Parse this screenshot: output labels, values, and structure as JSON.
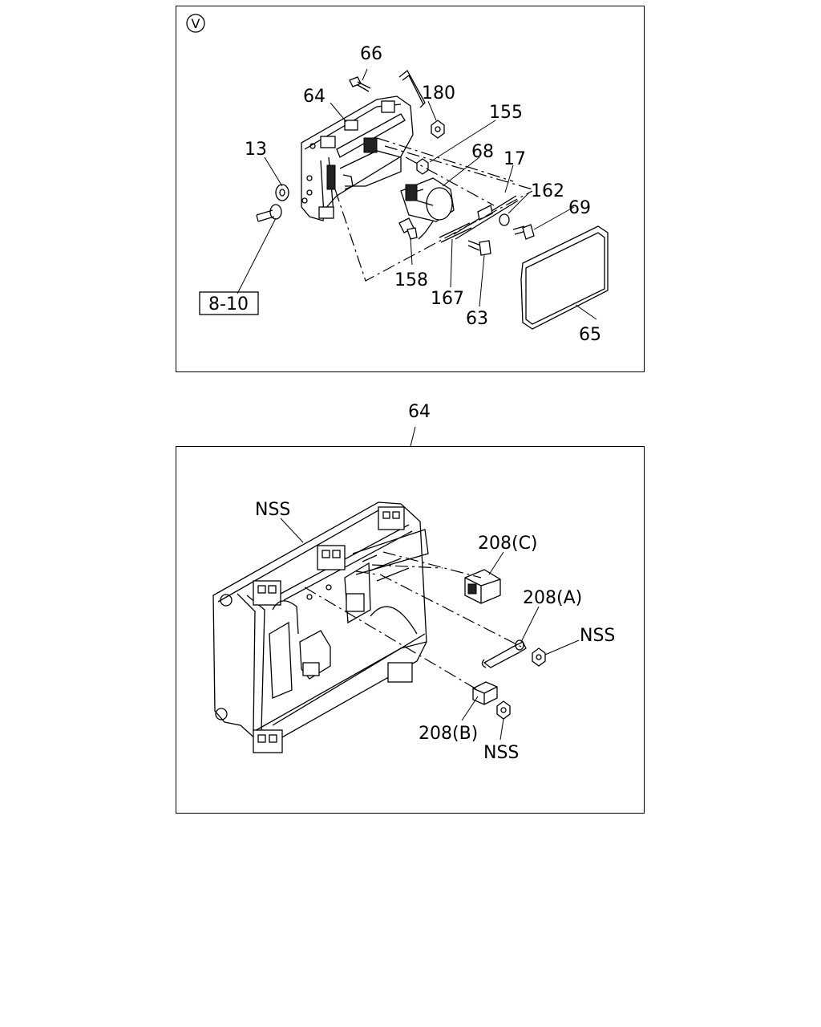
{
  "top_diagram": {
    "view_marker": "V",
    "labels": {
      "p66": "66",
      "p64": "64",
      "p180": "180",
      "p155": "155",
      "p13": "13",
      "p68": "68",
      "p17": "17",
      "p162": "162",
      "p69": "69",
      "p158": "158",
      "p167": "167",
      "p63": "63",
      "p65": "65"
    },
    "reference_box": "8-10"
  },
  "bottom_diagram": {
    "title_label": "64",
    "labels": {
      "nss_top": "NSS",
      "p208c": "208(C)",
      "p208a": "208(A)",
      "nss_right": "NSS",
      "p208b": "208(B)",
      "nss_bottom": "NSS"
    }
  }
}
